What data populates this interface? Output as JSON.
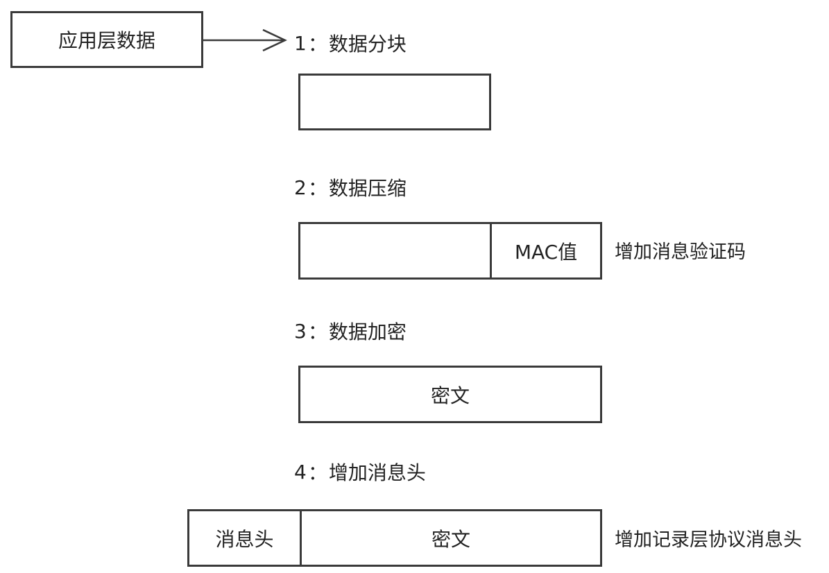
{
  "source": {
    "label": "应用层数据"
  },
  "steps": [
    {
      "number": "1",
      "separator": "：",
      "title": "数据分块"
    },
    {
      "number": "2",
      "separator": "：",
      "title": "数据压缩"
    },
    {
      "number": "3",
      "separator": "：",
      "title": "数据加密"
    },
    {
      "number": "4",
      "separator": "：",
      "title": "增加消息头"
    }
  ],
  "blocks": {
    "chunk": {
      "label": ""
    },
    "compressed": {
      "data_label": "",
      "mac_label": "MAC值"
    },
    "encrypted": {
      "label": "密文"
    },
    "record": {
      "header_label": "消息头",
      "cipher_label": "密文"
    }
  },
  "notes": {
    "mac_note": "增加消息验证码",
    "header_note": "增加记录层协议消息头"
  },
  "colors": {
    "stroke": "#3a3a3a",
    "text": "#222222",
    "background": "#ffffff"
  }
}
